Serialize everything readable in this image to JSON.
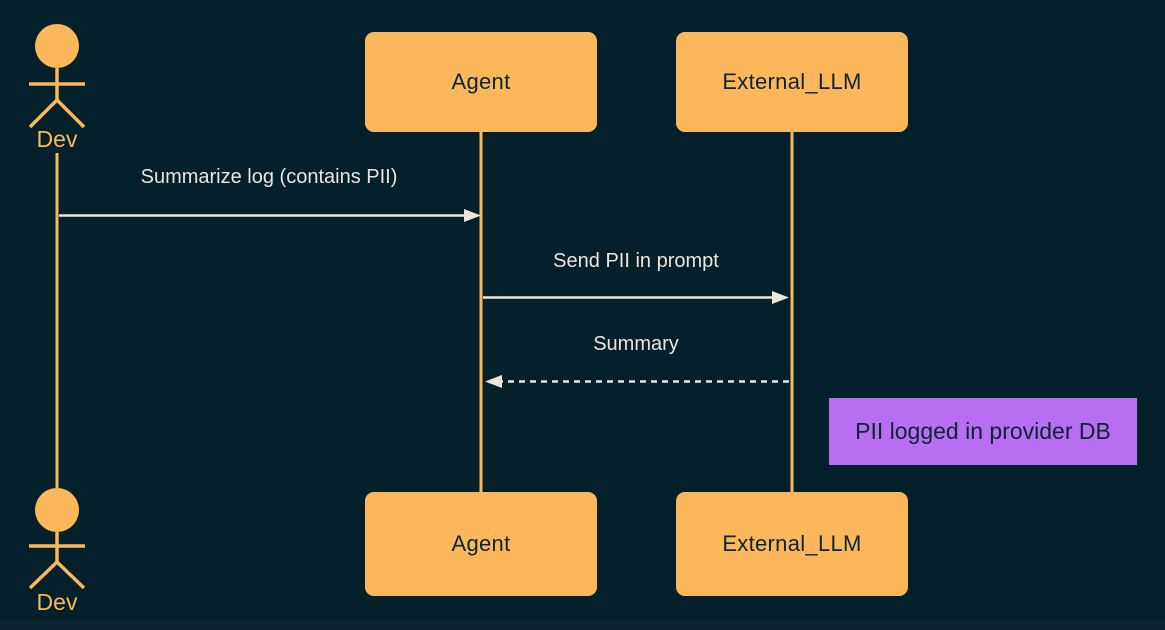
{
  "diagram_type": "sequence-diagram",
  "colors": {
    "background": "#03202b",
    "actor_orange": "#fcb75a",
    "message_cream": "#ece6da",
    "note_purple": "#b76ef1",
    "box_text_dark": "#0d2433"
  },
  "actor": {
    "label": "Dev"
  },
  "participants": [
    {
      "label": "Agent"
    },
    {
      "label": "External_LLM"
    }
  ],
  "messages": [
    {
      "text": "Summarize log (contains PII)",
      "from": "Dev",
      "to": "Agent",
      "line": "solid"
    },
    {
      "text": "Send PII in prompt",
      "from": "Agent",
      "to": "External_LLM",
      "line": "solid"
    },
    {
      "text": "Summary",
      "from": "External_LLM",
      "to": "Agent",
      "line": "dashed"
    }
  ],
  "note": {
    "text": "PII logged in provider DB",
    "attached_to": "External_LLM"
  }
}
